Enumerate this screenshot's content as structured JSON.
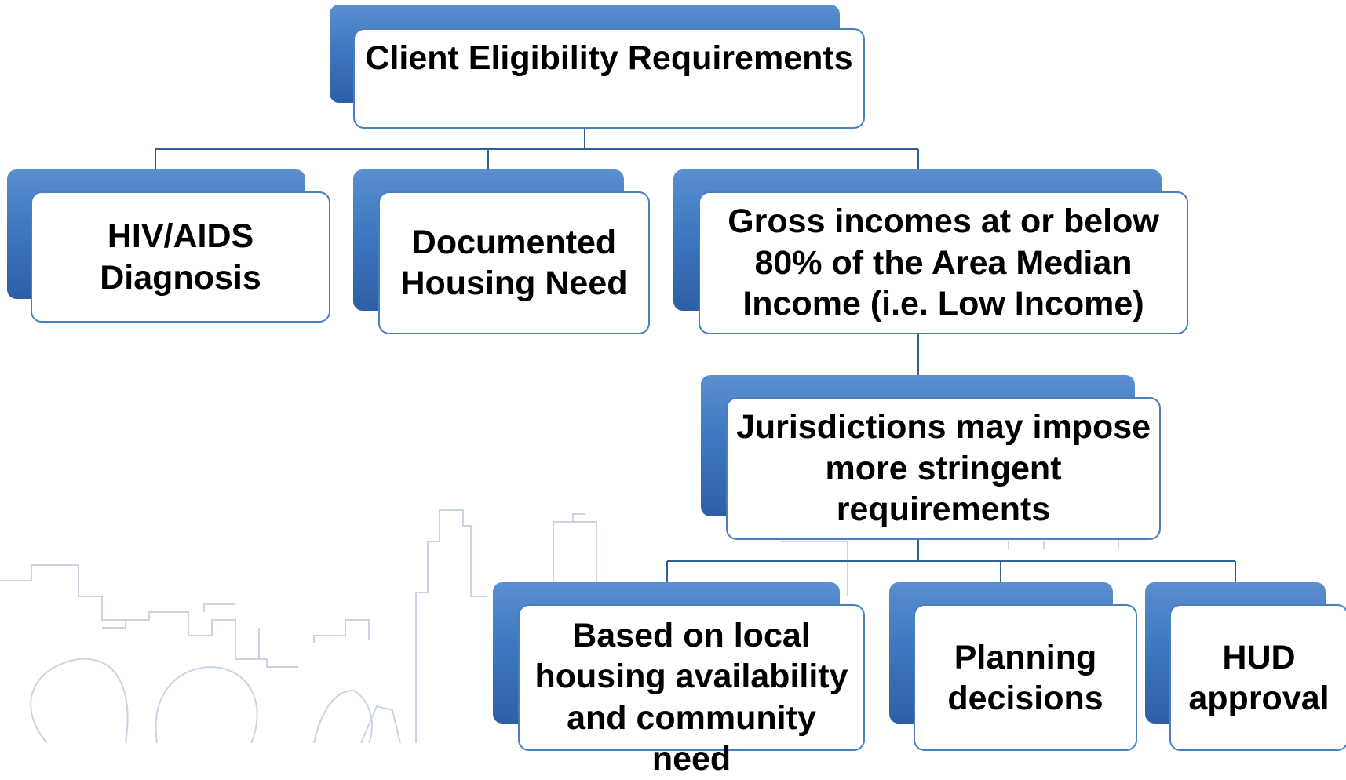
{
  "diagram": {
    "root": {
      "label": "Client Eligibility Requirements"
    },
    "level1": [
      {
        "label": "HIV/AIDS Diagnosis"
      },
      {
        "label": "Documented Housing Need"
      },
      {
        "label": "Gross incomes at or below 80% of the Area Median Income (i.e. Low Income)"
      }
    ],
    "level2": {
      "label": "Jurisdictions may impose more stringent requirements"
    },
    "level3": [
      {
        "label": "Based on local housing availability and community need"
      },
      {
        "label": "Planning decisions"
      },
      {
        "label": "HUD approval"
      }
    ]
  },
  "colors": {
    "box_accent": "#3f77c0",
    "box_border": "#4a7fbf",
    "connector": "#2f5f95",
    "skyline": "#c9d3e2"
  }
}
